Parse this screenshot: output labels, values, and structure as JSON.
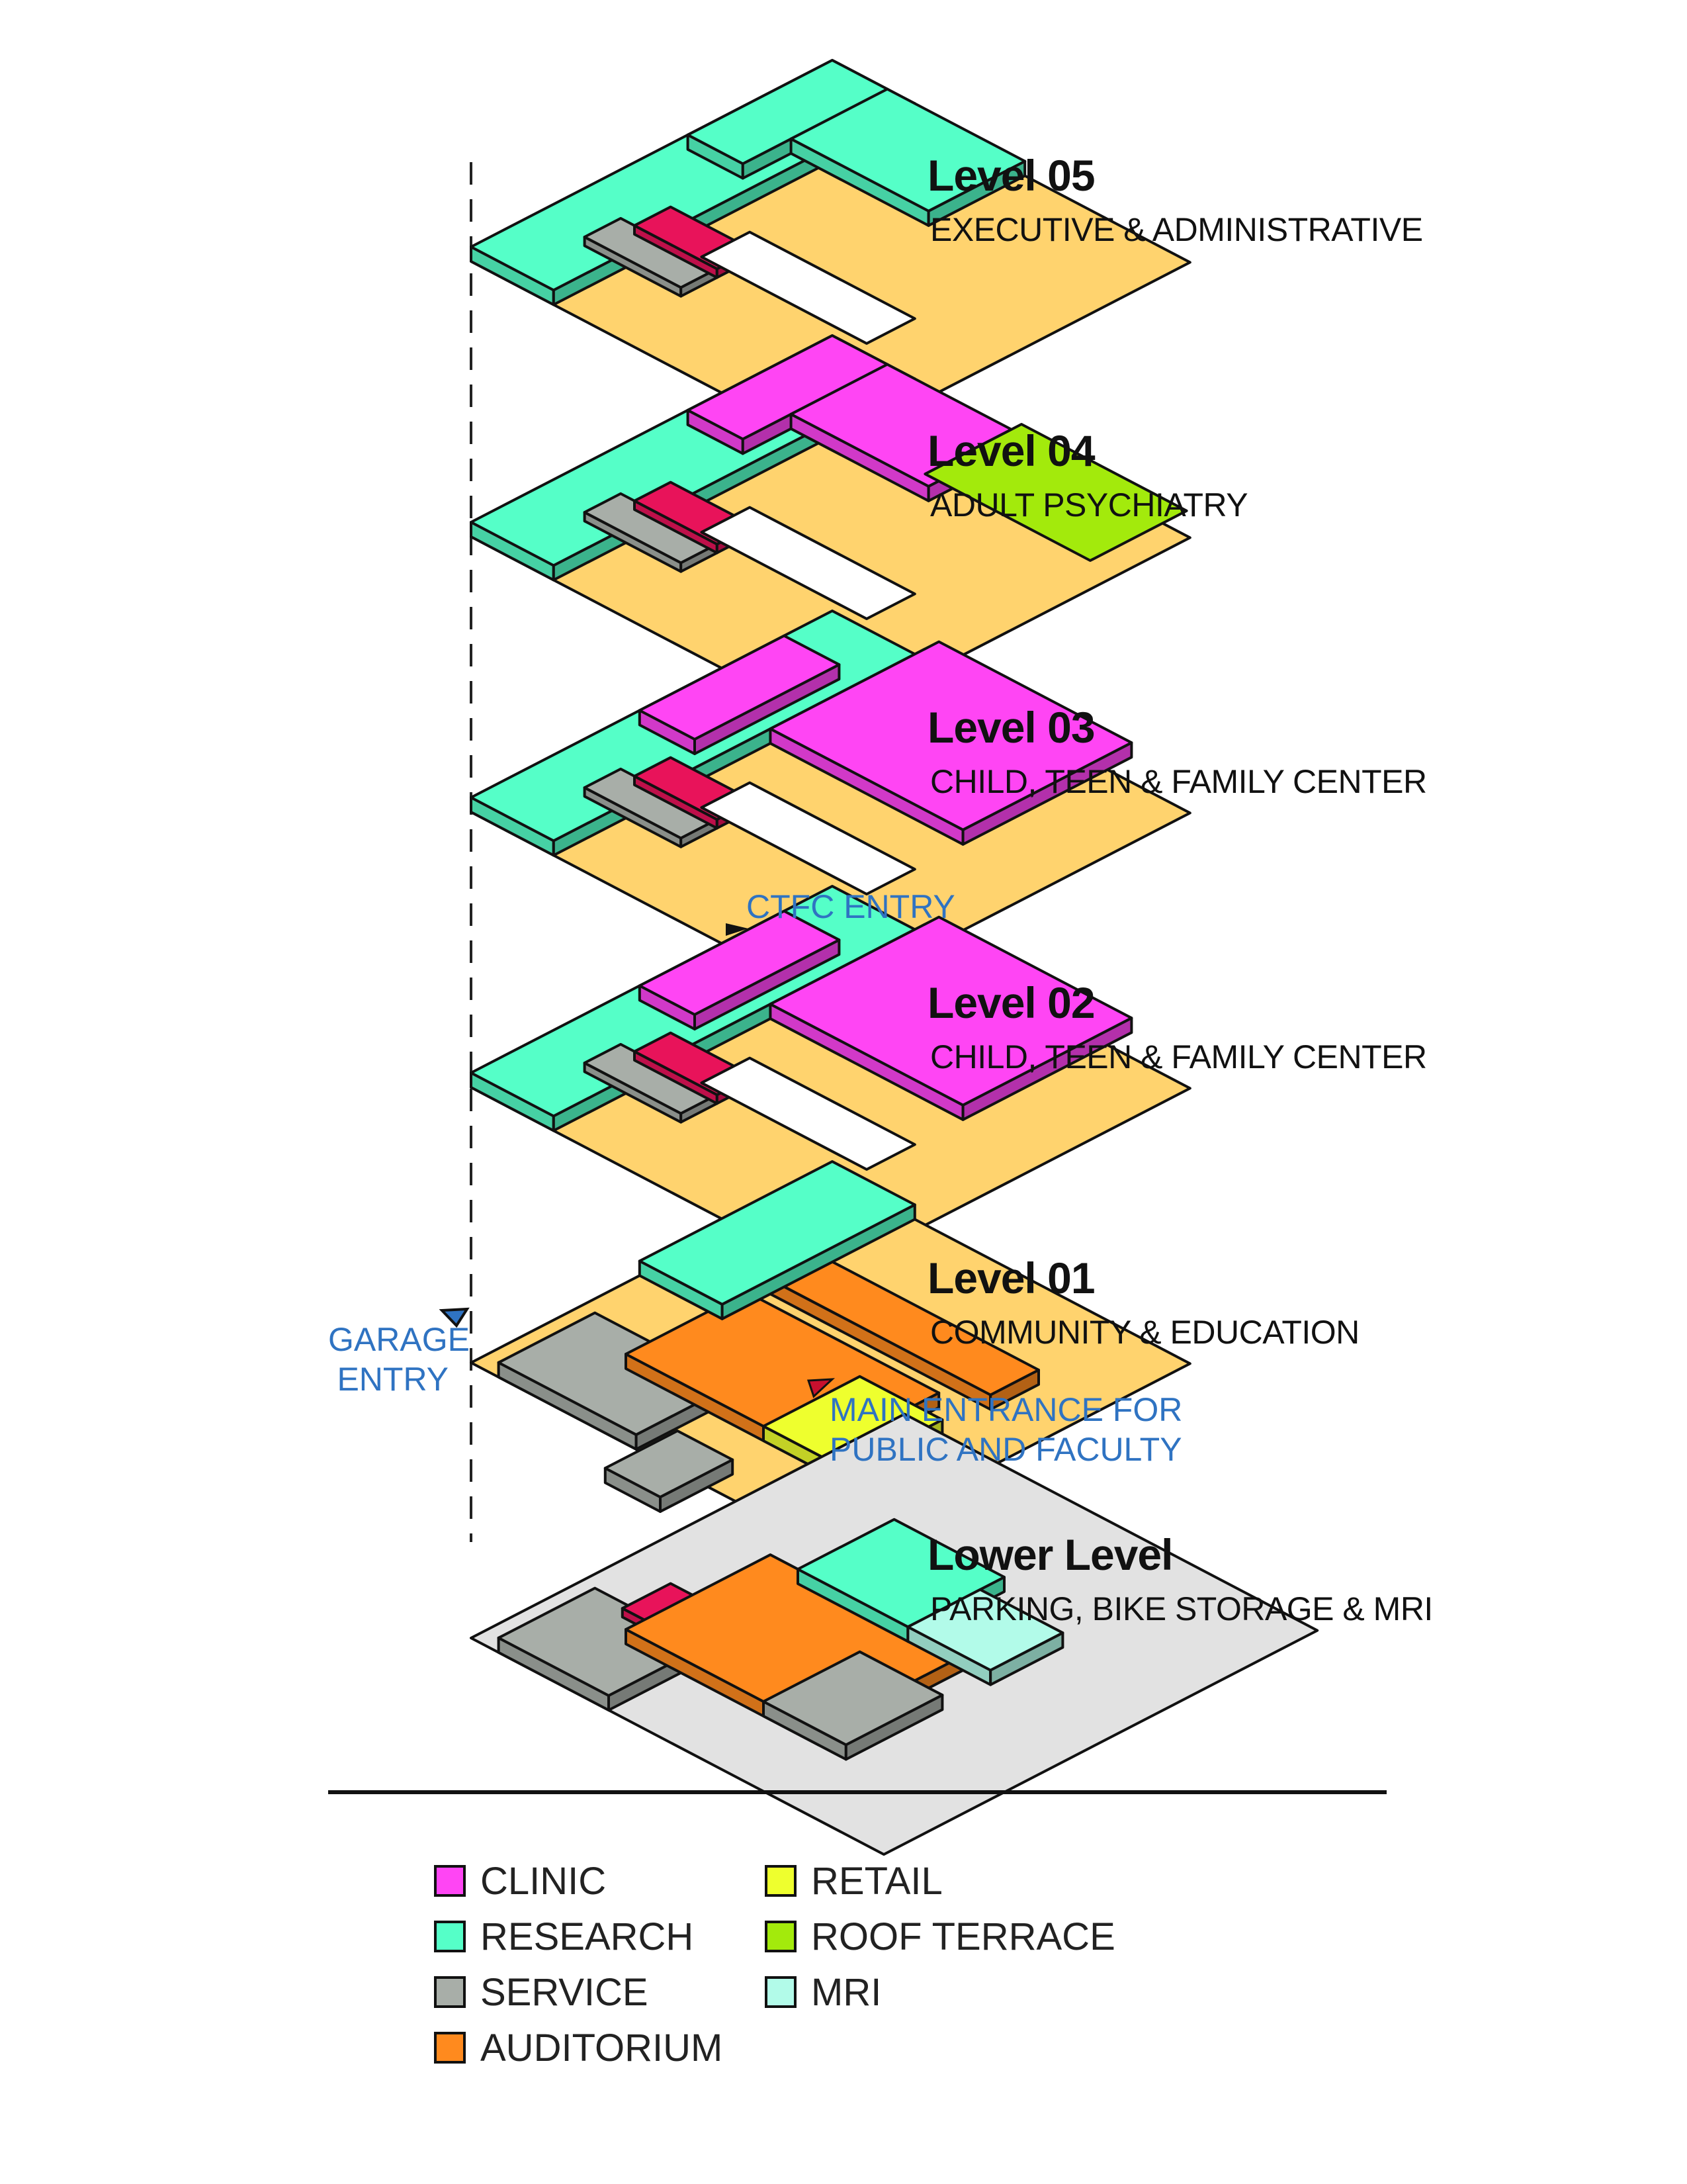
{
  "colors": {
    "clinic": "#ff45f4",
    "research": "#55ffc8",
    "service": "#a8aea8",
    "auditorium": "#ff8a1e",
    "retail": "#eeff2e",
    "roof_terrace": "#a3ea0c",
    "mri": "#b2fbe9",
    "circulation": "#ffd36e",
    "accent_red": "#e8135a",
    "plaza_gray": "#e2e2e2",
    "entry_text": "#2f73c2"
  },
  "levels": [
    {
      "id": "level-05",
      "title": "Level 05",
      "subtitle": "EXECUTIVE & ADMINISTRATIVE"
    },
    {
      "id": "level-04",
      "title": "Level 04",
      "subtitle": "ADULT PSYCHIATRY"
    },
    {
      "id": "level-03",
      "title": "Level 03",
      "subtitle": "CHILD, TEEN & FAMILY CENTER"
    },
    {
      "id": "level-02",
      "title": "Level 02",
      "subtitle": "CHILD, TEEN & FAMILY CENTER"
    },
    {
      "id": "level-01",
      "title": "Level 01",
      "subtitle": "COMMUNITY & EDUCATION"
    },
    {
      "id": "lower-level",
      "title": "Lower Level",
      "subtitle": "PARKING, BIKE STORAGE & MRI"
    }
  ],
  "entries": {
    "ctfc": "CTFC ENTRY",
    "garage_line1": "GARAGE",
    "garage_line2": "ENTRY",
    "main_line1": "MAIN ENTRANCE FOR",
    "main_line2": "PUBLIC AND FACULTY"
  },
  "legend": [
    {
      "label": "CLINIC",
      "color_key": "clinic"
    },
    {
      "label": "RESEARCH",
      "color_key": "research"
    },
    {
      "label": "SERVICE",
      "color_key": "service"
    },
    {
      "label": "AUDITORIUM",
      "color_key": "auditorium"
    },
    {
      "label": "RETAIL",
      "color_key": "retail"
    },
    {
      "label": "ROOF TERRACE",
      "color_key": "roof_terrace"
    },
    {
      "label": "MRI",
      "color_key": "mri"
    }
  ]
}
